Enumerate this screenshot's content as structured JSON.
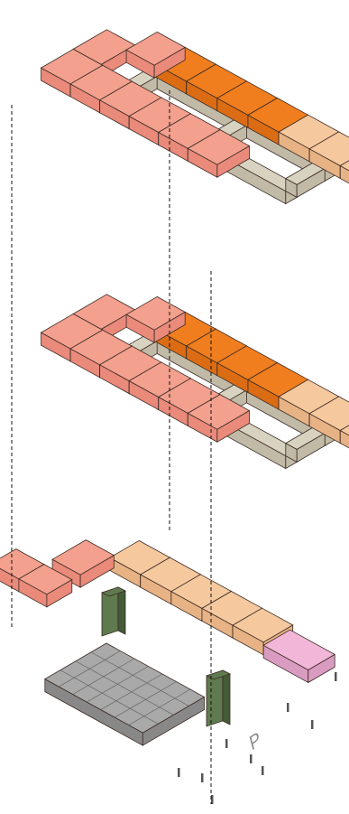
{
  "colors": {
    "bar_coral": "#f3a08e",
    "bar_coral_side": "#e98a7a",
    "bar_orange": "#f07e1e",
    "bar_orange_side": "#db6c14",
    "bar_peach": "#f5c89e",
    "bar_peach_side": "#e8b384",
    "corridor": "#d8d2c1",
    "corridor_side": "#c1baa6",
    "parking": "#a9a9a9",
    "parking_side": "#888888",
    "core": "#5f7a4e",
    "core_side": "#455b38",
    "pink_box": "#f2b7d8",
    "pink_box_side": "#d99cc0",
    "outline": "#3b2a24"
  },
  "icons": {
    "parking": "parking-sign-icon"
  },
  "levels": [
    "top-floor",
    "middle-floor",
    "ground-floor"
  ],
  "ground_floor_label": "P"
}
